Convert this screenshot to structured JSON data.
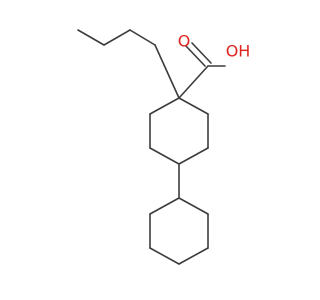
{
  "molecule": {
    "atoms": [
      {
        "id": "O1",
        "label": "O",
        "color": "#e0241f"
      },
      {
        "id": "O2",
        "label": "OH",
        "color": "#e0241f"
      }
    ]
  },
  "colors": {
    "bond": "#3c3c3c",
    "heteroatom_oxygen": "#e0241f",
    "background": "#ffffff"
  }
}
